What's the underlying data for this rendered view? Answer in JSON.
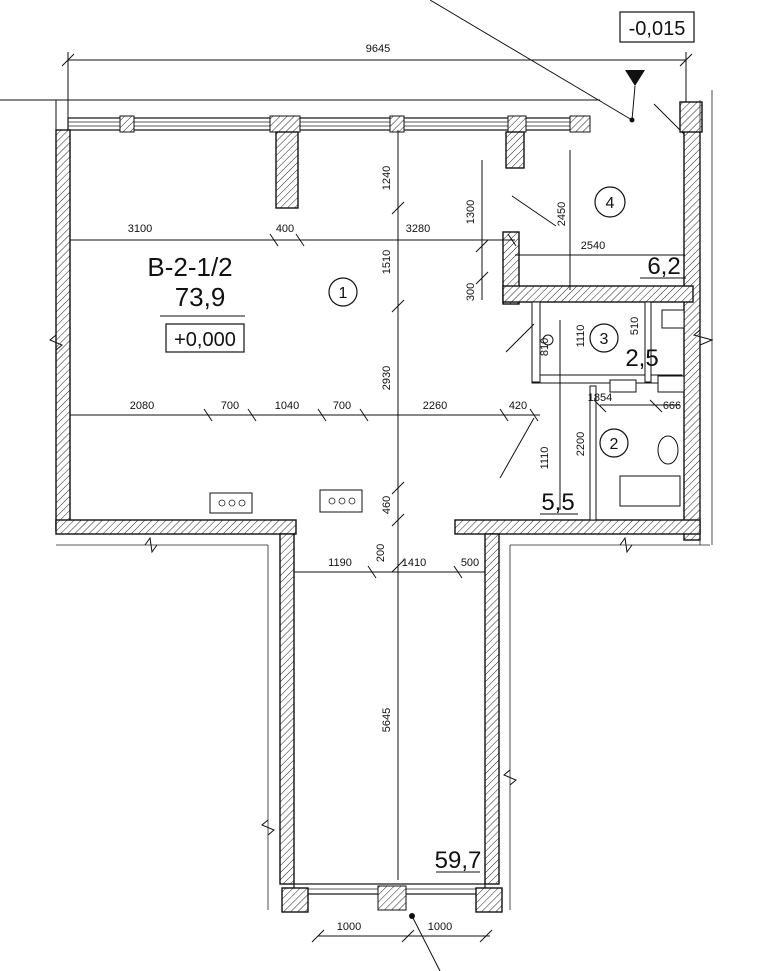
{
  "elevation_label": "-0,015",
  "apartment": {
    "code": "B-2-1/2",
    "area": "73,9",
    "level": "+0,000"
  },
  "rooms": [
    {
      "number": "1",
      "area": "59,7"
    },
    {
      "number": "2",
      "area": "5,5"
    },
    {
      "number": "3",
      "area": "2,5"
    },
    {
      "number": "4",
      "area": "6,2"
    }
  ],
  "dimensions": {
    "overall_width": "9645",
    "d3100": "3100",
    "d400": "400",
    "d3280": "3280",
    "d1240": "1240",
    "d1510": "1510",
    "d2930": "2930",
    "d1300": "1300",
    "d2450": "2450",
    "d2540": "2540",
    "d300": "300",
    "d2080": "2080",
    "d700a": "700",
    "d1040": "1040",
    "d700b": "700",
    "d2260": "2260",
    "d420": "420",
    "d1854": "1854",
    "d666": "666",
    "d810": "810",
    "d1110a": "1110",
    "d510": "510",
    "d1110b": "1110",
    "d2200": "2200",
    "d460": "460",
    "d200": "200",
    "d1190": "1190",
    "d1410": "1410",
    "d500": "500",
    "d5645": "5645",
    "d1000a": "1000",
    "d1000b": "1000"
  }
}
